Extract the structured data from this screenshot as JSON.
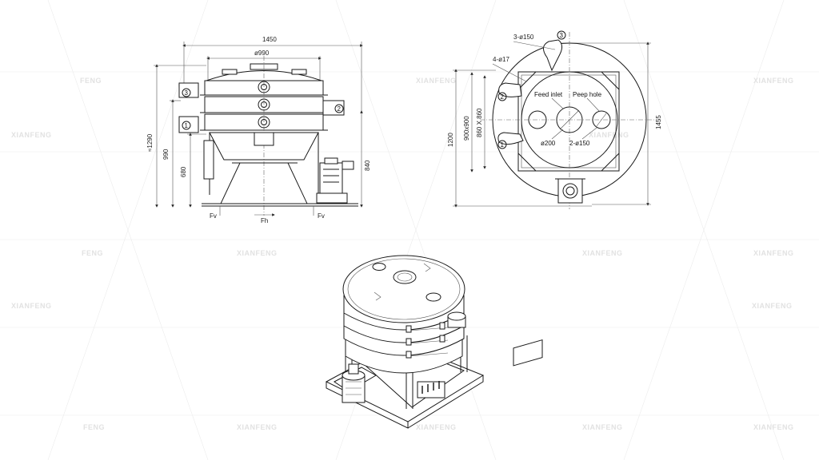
{
  "watermark": {
    "text_full": "XIANFENG",
    "text_partial": "FENG"
  },
  "front_view": {
    "dims": {
      "overall_width": "1450",
      "lid_diameter": "ø990",
      "overall_height": "≈1290",
      "outlet_height": "990",
      "frame_height": "680",
      "motor_height": "840"
    },
    "force_labels": {
      "vertical_left": "Fv",
      "horizontal": "Fh",
      "vertical_right": "Fv"
    },
    "outlet_numbers": {
      "top": "3",
      "middle_right": "2",
      "bottom": "1"
    }
  },
  "top_view": {
    "dims": {
      "outlet_spec": "3-ø150",
      "bolt_holes": "4-ø17",
      "base_total": "1200",
      "base_square": "900x900",
      "bolt_square": "860 X 860",
      "frame_width": "1455"
    },
    "labels": {
      "feed_inlet": "Feed inlet",
      "peep_hole": "Peep hole",
      "feed_diameter": "ø200",
      "peep_diameter": "2-ø150"
    },
    "outlet_numbers": {
      "top": "3",
      "middle": "2",
      "bottom": "1"
    }
  }
}
